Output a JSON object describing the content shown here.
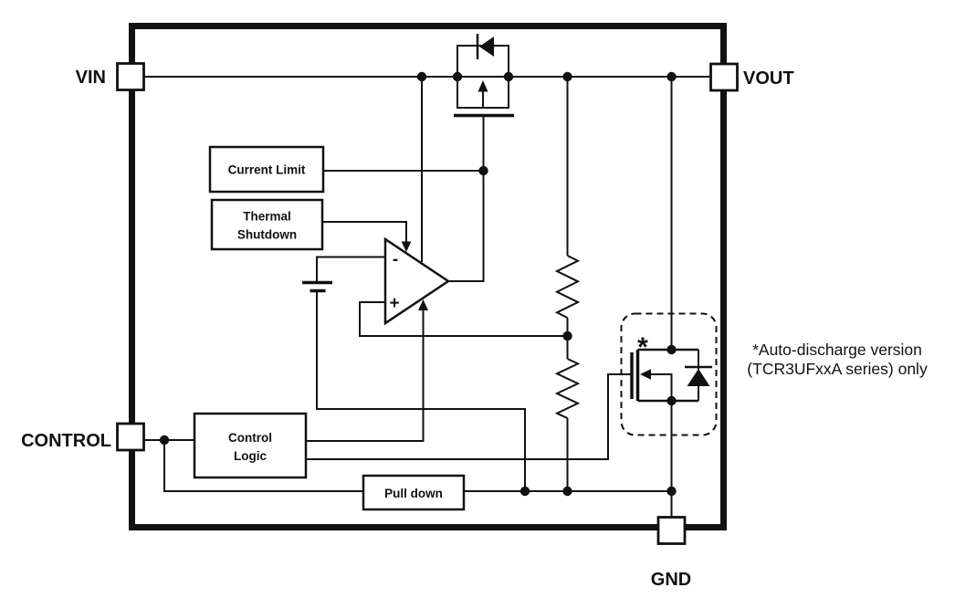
{
  "pins": {
    "vin": "VIN",
    "vout": "VOUT",
    "control": "CONTROL",
    "gnd": "GND"
  },
  "blocks": {
    "current_limit": "Current Limit",
    "thermal_shutdown_line1": "Thermal",
    "thermal_shutdown_line2": "Shutdown",
    "control_logic_line1": "Control",
    "control_logic_line2": "Logic",
    "pull_down": "Pull down"
  },
  "opamp": {
    "inverting_input": "-",
    "noninverting_input": "+"
  },
  "note": {
    "marker": "*",
    "line1": "*Auto-discharge version",
    "line2": "(TCR3UFxxA series) only"
  },
  "colors": {
    "ink": "#111111",
    "background": "#ffffff"
  }
}
